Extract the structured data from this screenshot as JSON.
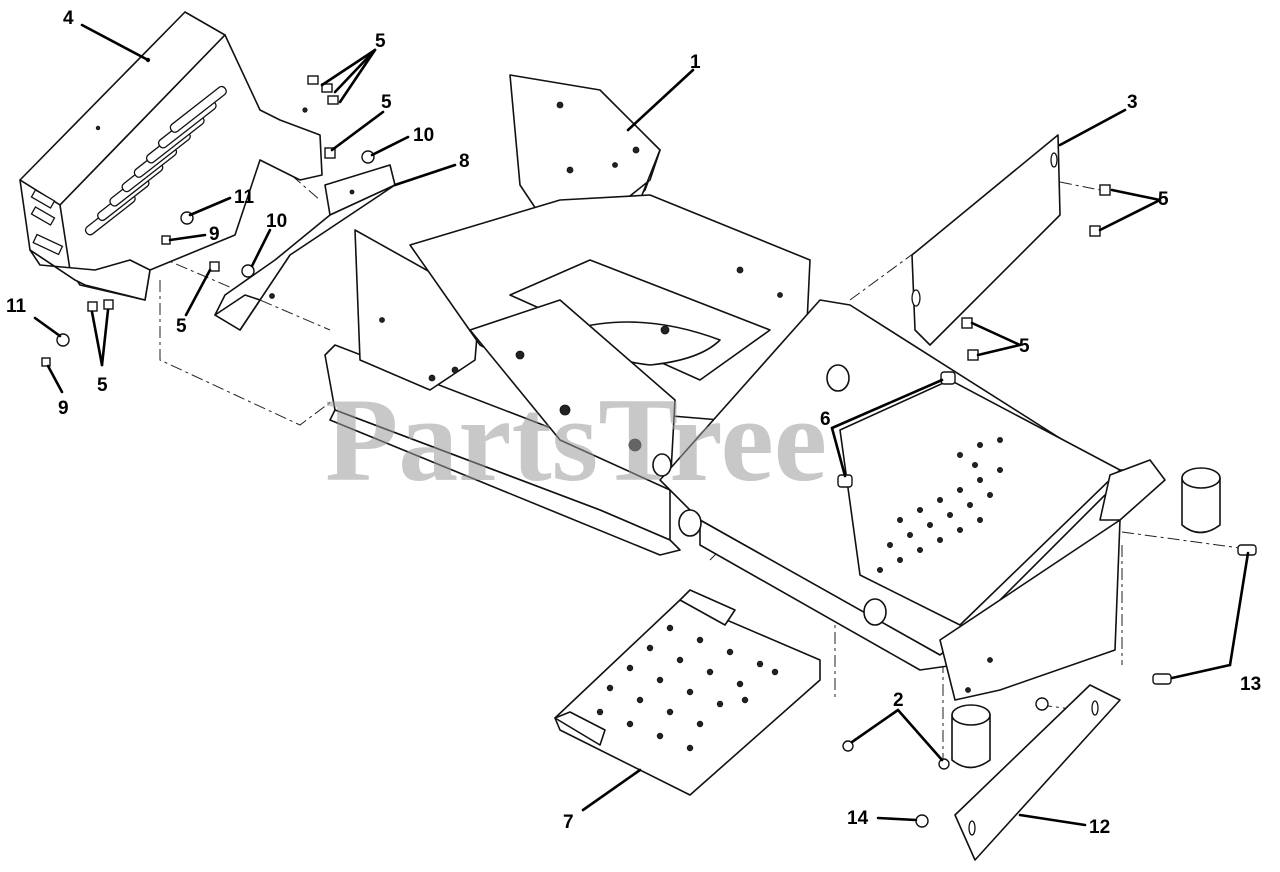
{
  "watermark": "PartsTree",
  "callouts": {
    "c1": "1",
    "c2": "2",
    "c3": "3",
    "c4": "4",
    "c5a": "5",
    "c5b": "5",
    "c5c": "5",
    "c5d": "5",
    "c5e": "5",
    "c5f": "5",
    "c6": "6",
    "c7": "7",
    "c8": "8",
    "c9a": "9",
    "c9b": "9",
    "c10a": "10",
    "c10b": "10",
    "c11a": "11",
    "c11b": "11",
    "c12": "12",
    "c13": "13",
    "c14": "14"
  }
}
